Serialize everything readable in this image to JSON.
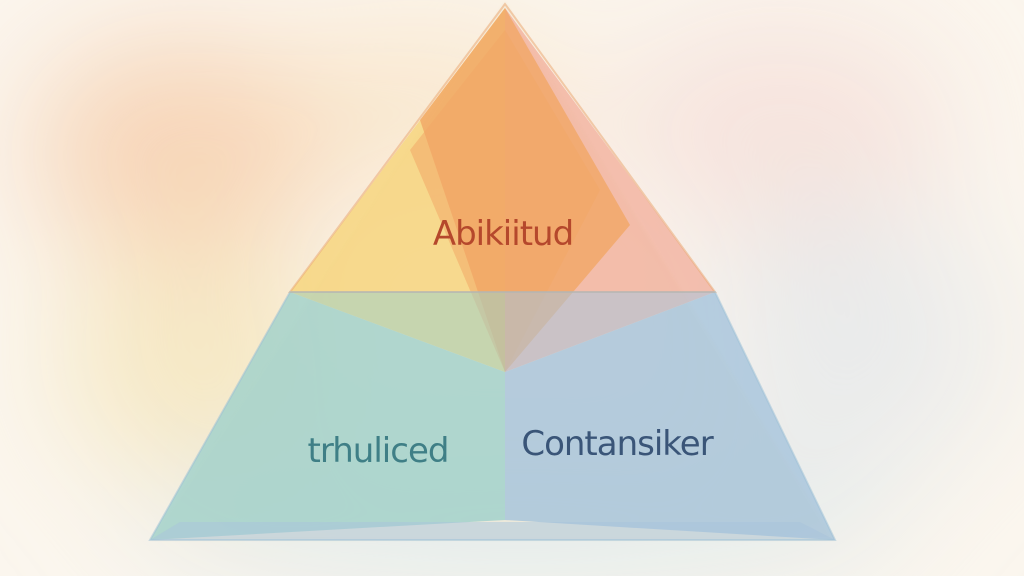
{
  "diagram": {
    "top_label": "Abikiitud",
    "left_label": "trhuliced",
    "right_label": "Contansiker"
  },
  "colors": {
    "top_label": "#b5482c",
    "left_label": "#3f7f86",
    "right_label": "#3a5578",
    "orange": "#f2a766",
    "yellow": "#f6d477",
    "pink": "#f1ae9a",
    "teal": "#9fd1cb",
    "blue": "#a7c4dc"
  }
}
